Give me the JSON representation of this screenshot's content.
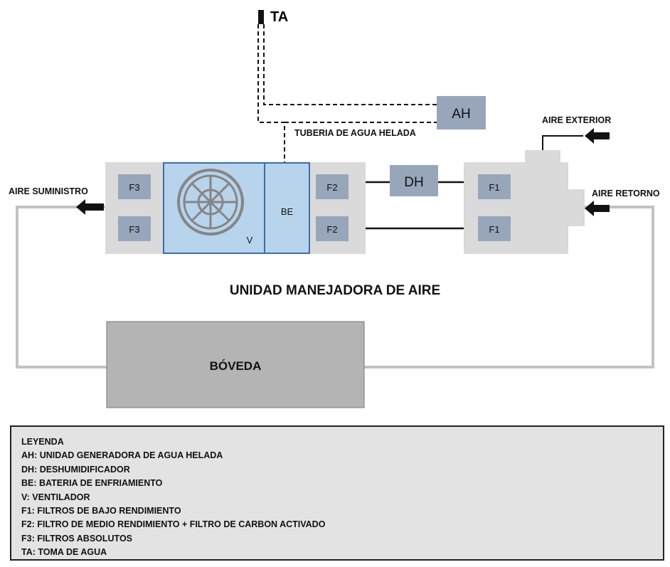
{
  "labels": {
    "ta": "TA",
    "ah": "AH",
    "tuberia": "TUBERIA DE AGUA HELADA",
    "aire_exterior": "AIRE EXTERIOR",
    "aire_suministro": "AIRE SUMINISTRO",
    "aire_retorno": "AIRE RETORNO",
    "dh": "DH",
    "be": "BE",
    "v": "V",
    "f3_top": "F3",
    "f3_bottom": "F3",
    "f2_top": "F2",
    "f2_bottom": "F2",
    "f1_top": "F1",
    "f1_bottom": "F1",
    "uma_title": "UNIDAD MANEJADORA DE AIRE",
    "boveda": "BÓVEDA"
  },
  "legend": {
    "title": "LEYENDA",
    "items": [
      "AH: UNIDAD GENERADORA DE AGUA HELADA",
      "DH: DESHUMIDIFICADOR",
      "BE: BATERIA DE ENFRIAMIENTO",
      "V: VENTILADOR",
      "F1: FILTROS DE BAJO RENDIMIENTO",
      "F2: FILTRO DE MEDIO RENDIMIENTO + FILTRO DE CARBON ACTIVADO",
      "F3: FILTROS ABSOLUTOS",
      "TA: TOMA DE AGUA"
    ]
  },
  "colors": {
    "unit_gray": "#dadada",
    "filter_blue": "#97a6bb",
    "fan_blue": "#b8d3ec",
    "outline_blue": "#3a6ea8",
    "vault_gray": "#b4b4b4",
    "duct_gray": "#c2c2c2",
    "legend_bg": "#e3e3e3"
  }
}
